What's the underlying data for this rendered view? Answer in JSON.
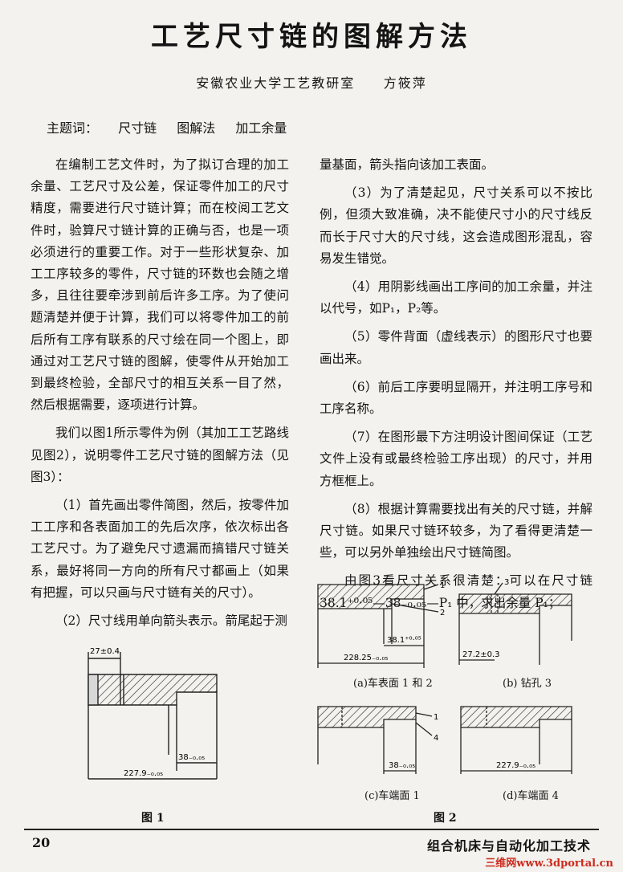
{
  "title": "工艺尺寸链的图解方法",
  "affiliation": "安徽农业大学工艺教研室",
  "author": "方筱萍",
  "keywords_label": "主题词：",
  "keywords": [
    "尺寸链",
    "图解法",
    "加工余量"
  ],
  "left_paragraphs": [
    "在编制工艺文件时，为了拟订合理的加工余量、工艺尺寸及公差，保证零件加工的尺寸精度，需要进行尺寸链计算；而在校阅工艺文件时，验算尺寸链计算的正确与否，也是一项必须进行的重要工作。对于一些形状复杂、加工工序较多的零件，尺寸链的环数也会随之增多，且往往要牵涉到前后许多工序。为了使问题清楚并便于计算，我们可以将零件加工的前后所有工序有联系的尺寸绘在同一个图上，即通过对工艺尺寸链的图解，使零件从开始加工到最终检验，全部尺寸的相互关系一目了然，然后根据需要，逐项进行计算。",
    "我们以图1所示零件为例（其加工工艺路线见图2），说明零件工艺尺寸链的图解方法（见图3）：",
    "（1）首先画出零件简图，然后，按零件加工工序和各表面加工的先后次序，依次标出各工艺尺寸。为了避免尺寸遗漏而搞错尺寸链关系，最好将同一方向的所有尺寸都画上（如果有把握，可以只画与尺寸链有关的尺寸）。",
    "（2）尺寸线用单向箭头表示。箭尾起于测"
  ],
  "right_paragraphs": [
    "量基面，箭头指向该加工表面。",
    "（3）为了清楚起见，尺寸关系可以不按比例，但须大致准确，决不能使尺寸小的尺寸线反而长于尺寸大的尺寸线，这会造成图形混乱，容易发生错觉。",
    "（4）用阴影线画出工序间的加工余量，并注以代号，如P₁，P₂等。",
    "（5）零件背面（虚线表示）的图形尺寸也要画出来。",
    "（6）前后工序要明显隔开，并注明工序号和工序名称。",
    "（7）在图形最下方注明设计图间保证（工艺文件上没有或最终检验工序出现）的尺寸，并用方框框上。",
    "（8）根据计算需要找出有关的尺寸链，并解尺寸链。如果尺寸链环较多，为了看得更清楚一些，可以另外单独绘出尺寸链简图。",
    "由图3看尺寸关系很清楚：可以在尺寸链 38.1⁺⁰·⁰⁵—38₋₀.₀₅—P₁ 中，求出余量 P₁；"
  ],
  "fig1": {
    "label": "图 1",
    "dim_top": "27±0.4",
    "dim_mid": "38₋₀.₀₅",
    "dim_bottom": "227.9₋₀.₀₅"
  },
  "fig2": {
    "label": "图 2",
    "a": {
      "caption": "(a)车表面 1 和 2",
      "dim1": "228.25₋₀.₀₅",
      "dim2": "38.1⁺⁰·⁰⁵",
      "n1": "1",
      "n2": "2"
    },
    "b": {
      "caption": "(b)  钻孔 3",
      "dim": "27.2±0.3",
      "n": "3"
    },
    "c": {
      "caption": "(c)车端面 1",
      "dim": "38₋₀.₀₅",
      "n1": "1",
      "n2": "4"
    },
    "d": {
      "caption": "(d)车端面 4",
      "dim": "227.9₋₀.₀₅"
    }
  },
  "footer": {
    "page": "20",
    "journal": "组合机床与自动化加工技术",
    "watermark": "三维网www.3dportal.cn"
  }
}
